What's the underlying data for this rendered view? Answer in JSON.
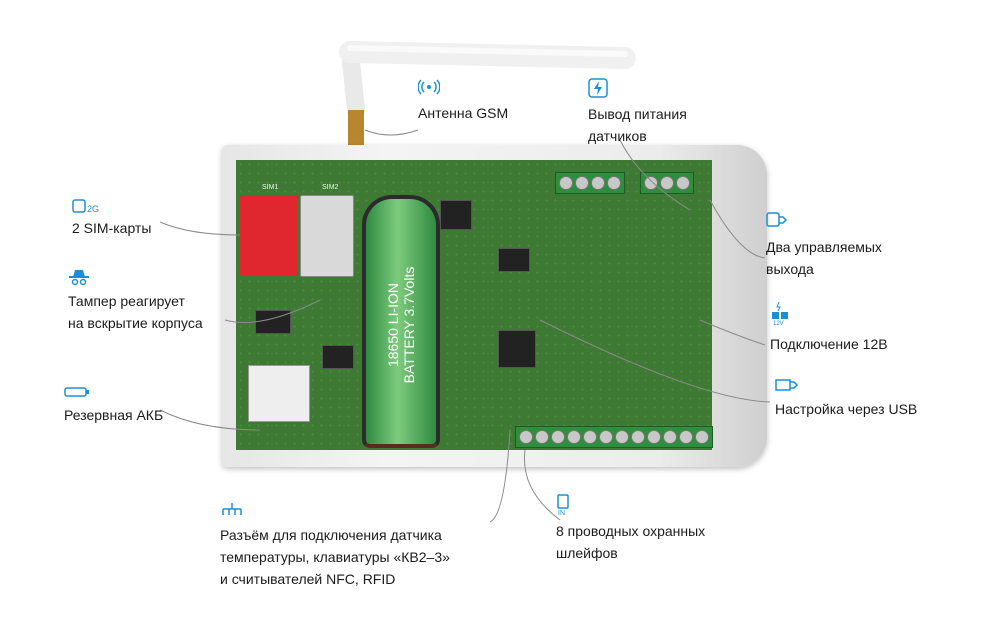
{
  "accent_color": "#1a8fd6",
  "device": {
    "battery_text": "18650 LI-ION BATTERY 3.7Volts",
    "sim_labels": [
      "SIM1",
      "SIM2"
    ]
  },
  "labels": [
    {
      "id": "antenna",
      "icon": "antenna-icon",
      "text": "Антенна GSM"
    },
    {
      "id": "power",
      "icon": "lightning-icon",
      "lines": [
        "Вывод питания",
        "датчиков"
      ]
    },
    {
      "id": "sim",
      "icon": "sim-2g-icon",
      "text": "2 SIM-карты"
    },
    {
      "id": "tamper",
      "icon": "spy-hat-icon",
      "lines": [
        "Тампер реагирует",
        "на вскрытие корпуса"
      ]
    },
    {
      "id": "battery",
      "icon": "battery-icon",
      "text": "Резервная АКБ"
    },
    {
      "id": "outputs",
      "icon": "output-icon",
      "lines": [
        "Два управляемых",
        "выхода"
      ]
    },
    {
      "id": "power12",
      "icon": "power-12v-icon",
      "icon_text": "12V",
      "text": "Подключение 12В"
    },
    {
      "id": "usb",
      "icon": "usb-icon",
      "text": "Настройка через USB"
    },
    {
      "id": "connector",
      "icon": "network-icon",
      "lines": [
        "Разъём для подключения датчика",
        "температуры, клавиатуры «КВ2–3»",
        "и считывателей NFC, RFID"
      ]
    },
    {
      "id": "loops",
      "icon": "loop-icon",
      "lines": [
        "8 проводных охранных",
        "шлейфов"
      ]
    }
  ]
}
